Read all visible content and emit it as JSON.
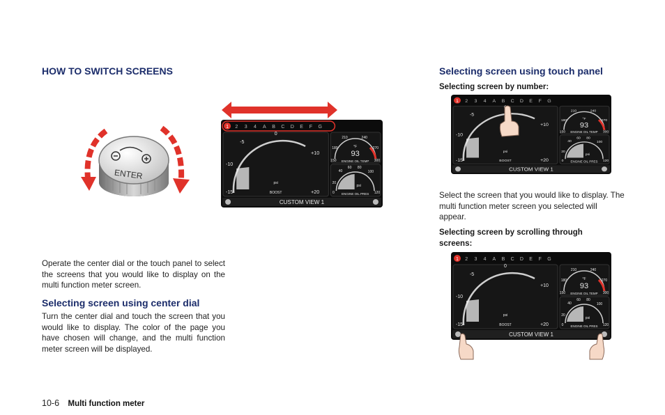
{
  "left": {
    "heading": "HOW TO SWITCH SCREENS",
    "dial_label": "ENTER",
    "intro": "Operate the center dial or the touch panel to select the screens that you would like to display on the multi function meter screen.",
    "center_dial_heading": "Selecting screen using center dial",
    "center_dial_text": "Turn the center dial and touch the screen that you would like to display. The color of the page you have chosen will change, and the multi function meter screen will be displayed."
  },
  "right": {
    "heading": "Selecting screen using touch panel",
    "by_number_heading": "Selecting screen by number:",
    "by_number_text": "Select the screen that you would like to display. The multi function meter screen you selected will appear.",
    "scrolling_heading": "Selecting screen by scrolling through screens:"
  },
  "meter": {
    "tabs": [
      "1",
      "2",
      "3",
      "4",
      "A",
      "B",
      "C",
      "D",
      "E",
      "F",
      "G"
    ],
    "view_label": "CUSTOM VIEW 1",
    "boost": {
      "label": "BOOST",
      "unit": "psi",
      "ticks": [
        "-15",
        "-10",
        "-5",
        "0",
        "+10",
        "+20"
      ]
    },
    "oil_temp": {
      "label": "ENGINE OIL TEMP",
      "unit": "°F",
      "value": "93",
      "ticks": [
        "150",
        "180",
        "210",
        "240",
        "270",
        "300"
      ]
    },
    "oil_pres": {
      "label": "ENGINE OIL PRES",
      "unit": "psi",
      "ticks": [
        "0",
        "20",
        "40",
        "60",
        "80",
        "100",
        "120"
      ]
    },
    "accent_color": "#e0322a"
  },
  "footer": {
    "page": "10-6",
    "section": "Multi function meter"
  }
}
